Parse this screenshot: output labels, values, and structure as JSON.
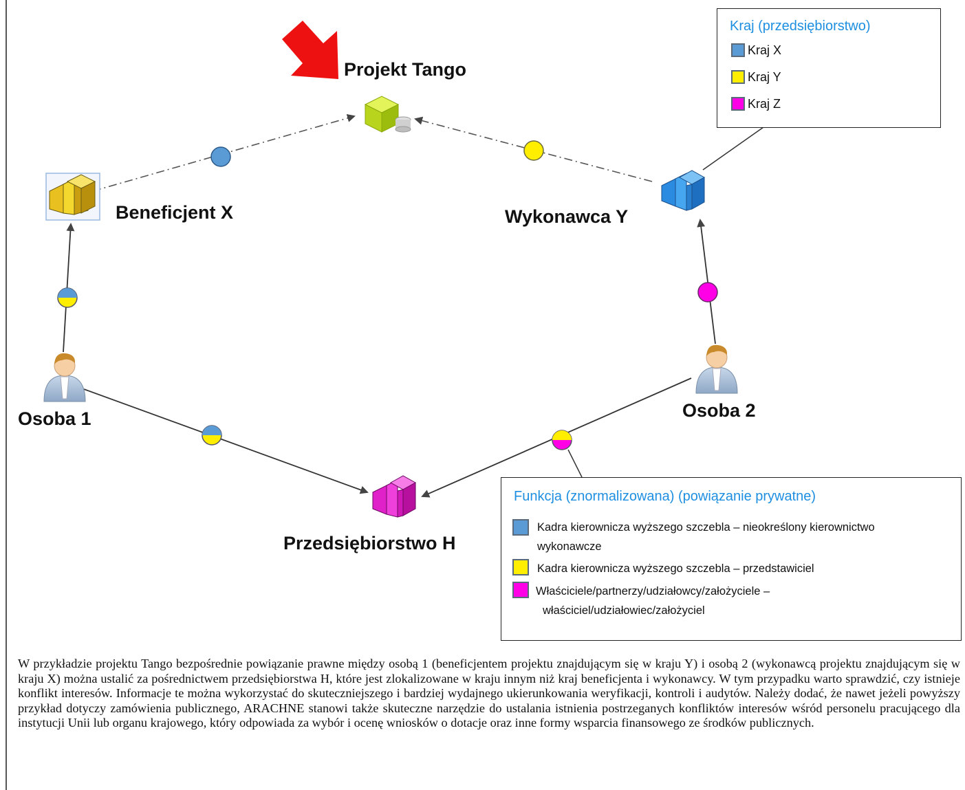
{
  "nodes": {
    "project": "Projekt Tango",
    "beneficiary": "Beneficjent X",
    "contractor": "Wykonawca Y",
    "person1": "Osoba 1",
    "person2": "Osoba 2",
    "company": "Przedsiębiorstwo H"
  },
  "legend_country": {
    "title": "Kraj (przedsiębiorstwo)",
    "items": [
      {
        "label": "Kraj X",
        "color": "#5b9bd5"
      },
      {
        "label": "Kraj Y",
        "color": "#ffee00"
      },
      {
        "label": "Kraj Z",
        "color": "#ff00e6"
      }
    ]
  },
  "legend_function": {
    "title": "Funkcja (znormalizowana) (powiązanie prywatne)",
    "items": [
      {
        "line1": "Kadra kierownicza wyższego szczebla – nieokreślony kierownictwo",
        "line2": "wykonawcze",
        "color": "#5b9bd5"
      },
      {
        "line1": "Kadra kierownicza wyższego szczebla – przedstawiciel",
        "line2": "",
        "color": "#ffee00"
      },
      {
        "line1": "Właściciele/partnerzy/udziałowcy/założyciele –",
        "line2": "właściciel/udziałowiec/założyciel",
        "color": "#ff00e6"
      }
    ]
  },
  "caption": "W przykładzie projektu Tango bezpośrednie powiązanie prawne między osobą 1 (beneficjentem projektu znajdującym się w kraju Y) i osobą 2 (wykonawcą projektu znajdującym się w kraju X) można ustalić za pośrednictwem przedsiębiorstwa H, które jest zlokalizowane w kraju innym niż kraj beneficjenta i wykonawcy. W tym przypadku warto sprawdzić, czy istnieje konflikt interesów. Informacje te można wykorzystać do skuteczniejszego i bardziej wydajnego ukierunkowania weryfikacji, kontroli i audytów. Należy dodać, że nawet jeżeli powyższy przykład dotyczy zamówienia publicznego, ARACHNE stanowi także skuteczne narzędzie do ustalania istnienia postrzeganych konfliktów interesów wśród personelu pracującego dla instytucji Unii lub organu krajowego, który odpowiada za wybór i ocenę wniosków o dotacje oraz inne formy wsparcia finansowego ze środków publicznych.",
  "colors": {
    "blue": "#5b9bd5",
    "yellow": "#ffee00",
    "magenta": "#ff00e6",
    "arrow_red": "#ee1111",
    "legend_title": "#1e8fe0"
  }
}
